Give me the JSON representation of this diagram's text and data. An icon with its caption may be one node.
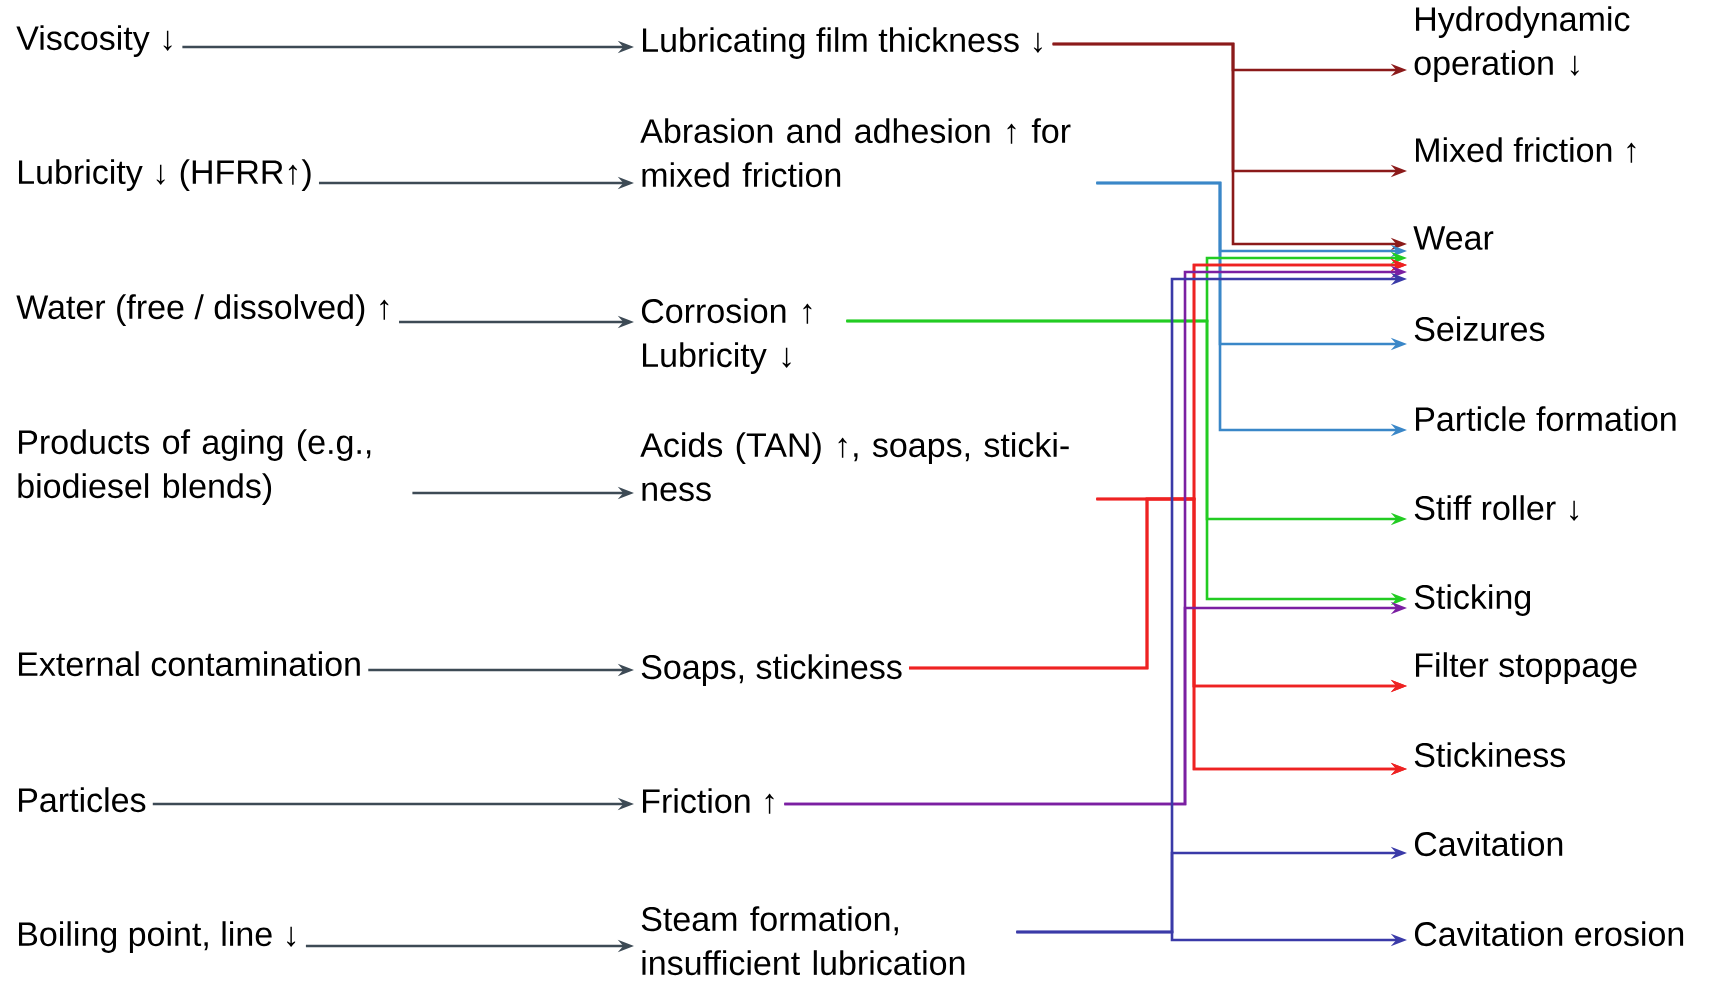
{
  "diagram": {
    "nodes": [
      {
        "text": [
          "Viscosity ↓"
        ]
      },
      {
        "text": [
          "Lubricity ↓ (HFRR↑)"
        ]
      },
      {
        "text": [
          "Water (free / dissolved) ↑"
        ]
      },
      {
        "text": [
          "Products of aging (e.g., biodiesel blends)"
        ]
      },
      {
        "text": [
          "External contamination"
        ]
      },
      {
        "text": [
          "Particles"
        ]
      },
      {
        "text": [
          "Boiling point, line ↓"
        ]
      },
      {
        "text": [
          "Lubricating film thickness ↓"
        ]
      },
      {
        "text": [
          "Abrasion and adhesion ↑ for mixed friction"
        ]
      },
      {
        "text": [
          "Corrosion ↑ Lubricity ↓"
        ]
      },
      {
        "text": [
          "Acids (TAN) ↑, soaps, sticki- ness"
        ]
      },
      {
        "text": [
          "Soaps, stickiness"
        ]
      },
      {
        "text": [
          "Friction ↑"
        ]
      },
      {
        "text": [
          "Steam formation, insufficient lubrication"
        ]
      },
      {
        "text": [
          "Hydrodynamic operation ↓"
        ]
      },
      {
        "text": [
          "Mixed friction ↑"
        ]
      },
      {
        "text": [
          "Wear"
        ]
      },
      {
        "text": [
          "Seizures"
        ]
      },
      {
        "text": [
          "Particle formation"
        ]
      },
      {
        "text": [
          "Stiff roller ↓"
        ]
      },
      {
        "text": [
          "Sticking"
        ]
      },
      {
        "text": [
          "Filter stoppage"
        ]
      },
      {
        "text": [
          "Stickiness"
        ]
      },
      {
        "text": [
          "Cavitation"
        ]
      },
      {
        "text": [
          "Cavitation erosion"
        ]
      }
    ],
    "edges": [
      {
        "from": 0,
        "to": 7,
        "arrow": "to",
        "color": "#3d4a55"
      },
      {
        "from": 1,
        "to": 8,
        "arrow": "to",
        "color": "#3d4a55"
      },
      {
        "from": 2,
        "to": 9,
        "arrow": "to",
        "color": "#3d4a55"
      },
      {
        "from": 3,
        "to": 10,
        "arrow": "to",
        "color": "#3d4a55"
      },
      {
        "from": 4,
        "to": 11,
        "arrow": "to",
        "color": "#3d4a55"
      },
      {
        "from": 5,
        "to": 12,
        "arrow": "to",
        "color": "#3d4a55"
      },
      {
        "from": 6,
        "to": 13,
        "arrow": "to",
        "color": "#3d4a55"
      },
      {
        "from": 7,
        "to": 14,
        "arrow": "to",
        "color": "#8b1a1a"
      },
      {
        "from": 7,
        "to": 15,
        "arrow": "to",
        "color": "#8b1a1a"
      },
      {
        "from": 7,
        "to": 16,
        "arrow": "to",
        "color": "#8b1a1a"
      },
      {
        "from": 8,
        "to": 16,
        "arrow": "to",
        "color": "#3a87c8"
      },
      {
        "from": 8,
        "to": 17,
        "arrow": "to",
        "color": "#3a87c8"
      },
      {
        "from": 8,
        "to": 18,
        "arrow": "to",
        "color": "#3a87c8"
      },
      {
        "from": 9,
        "to": 16,
        "arrow": "to",
        "color": "#22cc22"
      },
      {
        "from": 9,
        "to": 19,
        "arrow": "to",
        "color": "#22cc22"
      },
      {
        "from": 9,
        "to": 20,
        "arrow": "to",
        "color": "#22cc22"
      },
      {
        "from": 10,
        "to": 16,
        "arrow": "to",
        "color": "#ee2222"
      },
      {
        "from": 10,
        "to": 21,
        "arrow": "to",
        "color": "#ee2222"
      },
      {
        "from": 10,
        "to": 22,
        "arrow": "to",
        "color": "#ee2222"
      },
      {
        "from": 11,
        "to": 16,
        "arrow": "to",
        "color": "#ee2222"
      },
      {
        "from": 11,
        "to": 21,
        "arrow": "to",
        "color": "#ee2222"
      },
      {
        "from": 11,
        "to": 22,
        "arrow": "to",
        "color": "#ee2222"
      },
      {
        "from": 12,
        "to": 16,
        "arrow": "to",
        "color": "#7b1fa2"
      },
      {
        "from": 12,
        "to": 20,
        "arrow": "to",
        "color": "#7b1fa2"
      },
      {
        "from": 13,
        "to": 16,
        "arrow": "to",
        "color": "#3a3aa8"
      },
      {
        "from": 13,
        "to": 23,
        "arrow": "to",
        "color": "#3a3aa8"
      },
      {
        "from": 13,
        "to": 24,
        "arrow": "to",
        "color": "#3a3aa8"
      }
    ]
  }
}
